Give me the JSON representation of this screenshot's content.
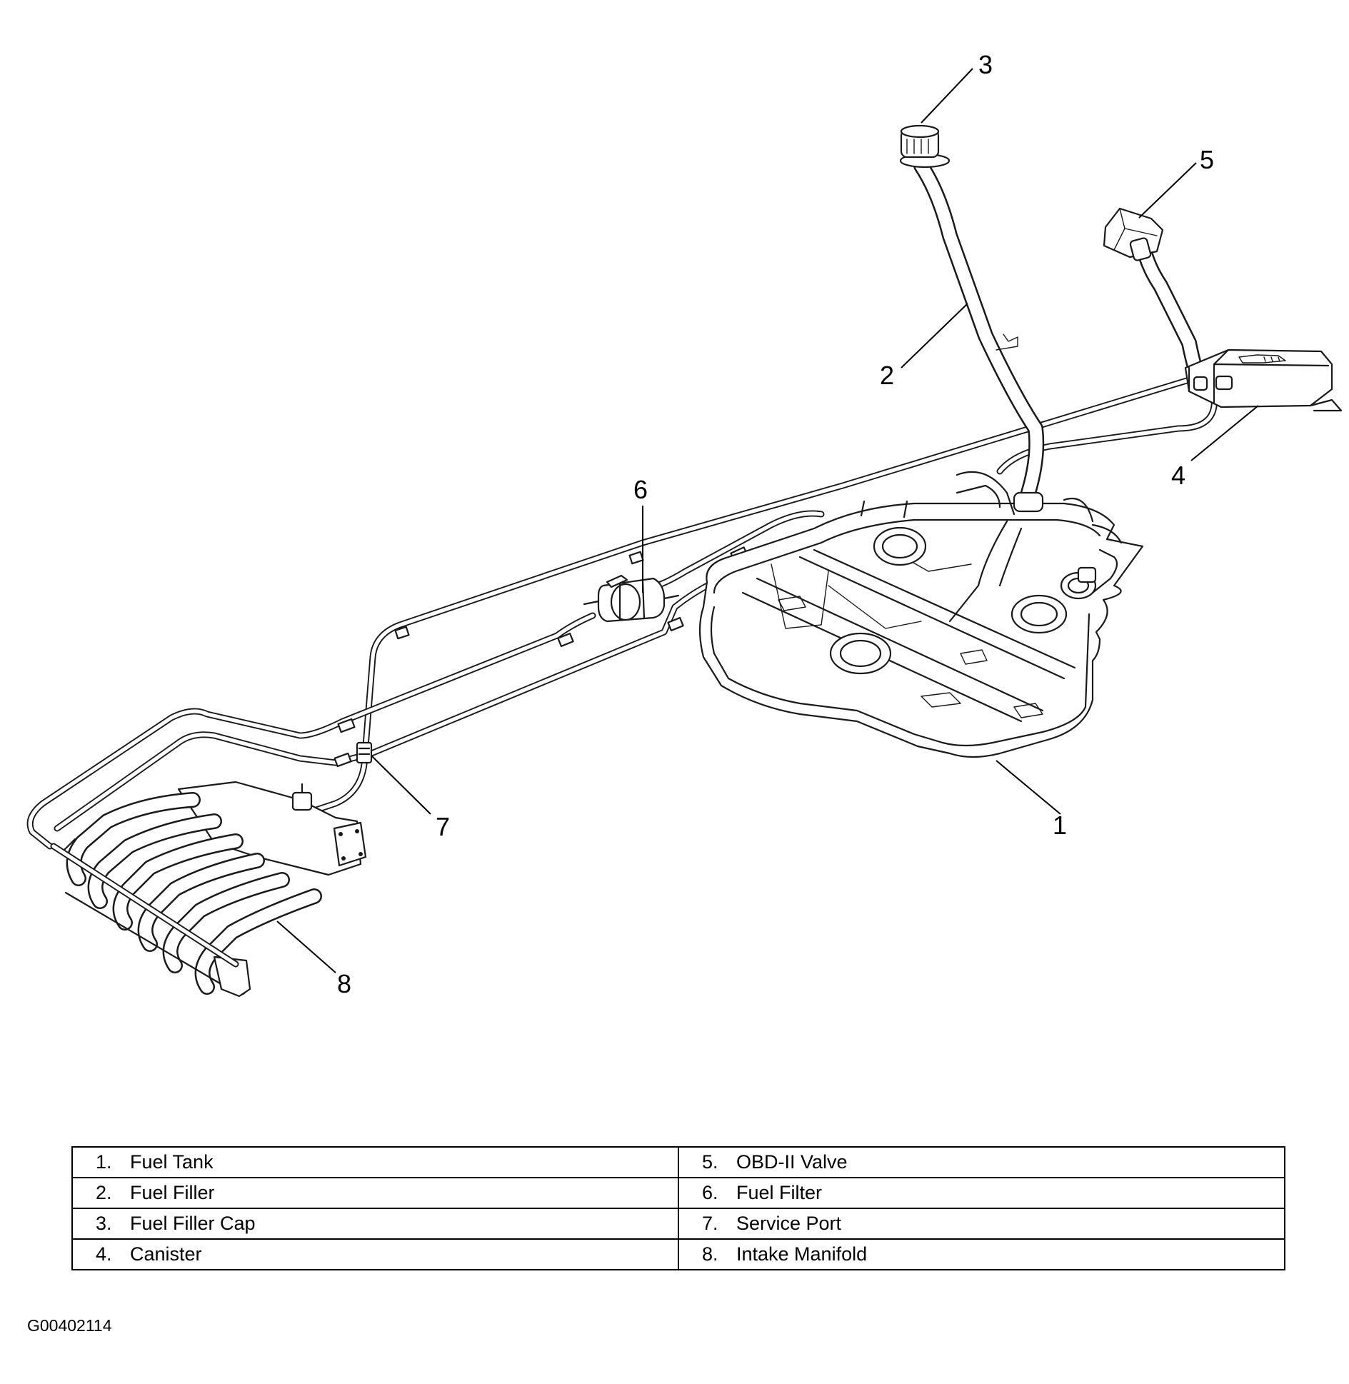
{
  "diagram": {
    "callouts": [
      "1",
      "2",
      "3",
      "4",
      "5",
      "6",
      "7",
      "8"
    ]
  },
  "legend": {
    "rows": [
      [
        {
          "num": "1.",
          "label": "Fuel Tank"
        },
        {
          "num": "5.",
          "label": "OBD-II Valve"
        }
      ],
      [
        {
          "num": "2.",
          "label": "Fuel Filler"
        },
        {
          "num": "6.",
          "label": "Fuel Filter"
        }
      ],
      [
        {
          "num": "3.",
          "label": "Fuel Filler Cap"
        },
        {
          "num": "7.",
          "label": "Service Port"
        }
      ],
      [
        {
          "num": "4.",
          "label": "Canister"
        },
        {
          "num": "8.",
          "label": "Intake Manifold"
        }
      ]
    ]
  },
  "figure_id": "G00402114"
}
